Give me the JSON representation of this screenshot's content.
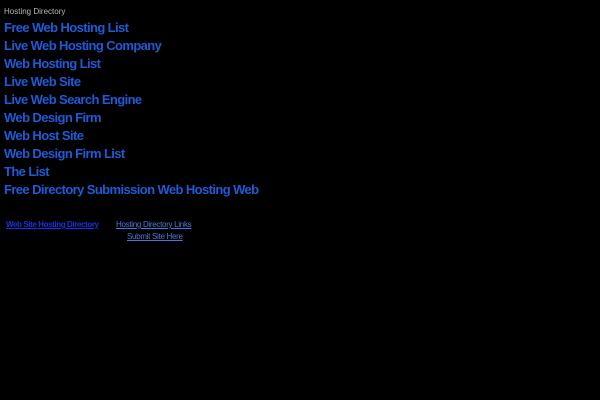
{
  "header": {
    "text": "Hosting Directory"
  },
  "links": [
    "Free Web Hosting List",
    "Live Web Hosting Company",
    "Web Hosting List",
    "Live Web Site",
    "Live Web Search Engine",
    "Web Design Firm",
    "Web Host Site",
    "Web Design Firm List",
    "The List",
    "Free Directory Submission Web Hosting Web"
  ],
  "footer": {
    "left_link": "Web Site Hosting Directory",
    "right_link_1": "Hosting Directory Links",
    "right_link_2": "Submit Site Here"
  },
  "colors": {
    "background": "#000000",
    "link": "#1f5bd6",
    "footer_link": "#1a2fe0",
    "secondary_link": "#4a78d8"
  }
}
